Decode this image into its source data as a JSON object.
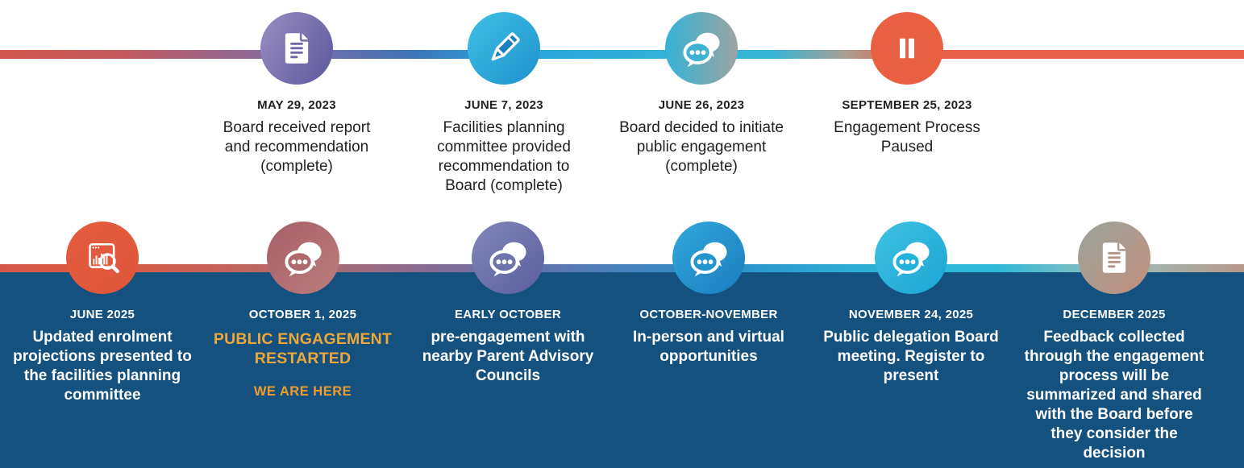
{
  "page": {
    "background_color": "#ffffff",
    "panel_color": "#14517E",
    "text_dark": "#231f20",
    "text_light": "#ffffff",
    "gold": "#F0A73A",
    "orange_gold": "#EE9B2F"
  },
  "lines": {
    "top": {
      "stops": [
        "#d2574d 0%",
        "#c25a60 10%",
        "#7a6fa9 24%",
        "#3f74b6 33%",
        "#27a3da 40.5%",
        "#36b5d7 57%",
        "#36b5d7 62%",
        "#a89e92 68%",
        "#e8604a 73%",
        "#e8604a 100%"
      ]
    },
    "bottom": {
      "stops": [
        "#d4584a 0%",
        "#dd5a40 8%",
        "#b26a6e 24.3%",
        "#6b6ea8 40.6%",
        "#2b8ec8 57%",
        "#2fb8d8 73%",
        "#2fb8d8 80%",
        "#9dbfbb 90%",
        "#b5978a 100%"
      ]
    }
  },
  "rows": [
    {
      "items": [
        {
          "date": "MAY 29, 2023",
          "description": "Board received report and recommendation (complete)",
          "icon": "document-icon",
          "icon_color": "#6f66a6",
          "circle": {
            "from": "#9a8dc2",
            "to": "#5b589c",
            "dir": "120deg"
          }
        },
        {
          "date": "JUNE 7, 2023",
          "description": "Facilities planning committee provided recommendation to Board (complete)",
          "icon": "pencil-icon",
          "icon_color": "#1b7fc0",
          "circle": {
            "from": "#41c0e6",
            "to": "#1d92cc",
            "dir": "135deg"
          }
        },
        {
          "date": "JUNE 26, 2023",
          "description": "Board decided to initiate public engagement (complete)",
          "icon": "chat-bubbles-icon",
          "icon_color": "#3fb2d2",
          "circle": {
            "from": "#35b3d6",
            "to": "#9ba4a2",
            "dir": "90deg"
          }
        },
        {
          "date": "SEPTEMBER 25, 2023",
          "description": "Engagement Process Paused",
          "icon": "pause-icon",
          "icon_color": "#e8604a",
          "circle": {
            "from": "#e85f41",
            "to": "#e85f41",
            "dir": "135deg"
          }
        }
      ]
    },
    {
      "items": [
        {
          "date": "JUNE 2025",
          "description": "Updated enrolment projections presented to the facilities planning committee",
          "icon": "chart-magnifier-icon",
          "icon_color": "#e2593c",
          "circle": {
            "from": "#e45c3e",
            "to": "#df563a",
            "dir": "135deg"
          }
        },
        {
          "date": "OCTOBER 1, 2025",
          "heading": "PUBLIC ENGAGEMENT RESTARTED",
          "subheading": "WE ARE HERE",
          "icon": "chat-bubbles-icon",
          "icon_color": "#ad6b6f",
          "circle": {
            "from": "#a75f68",
            "to": "#bb7d7c",
            "dir": "135deg"
          }
        },
        {
          "date": "EARLY OCTOBER",
          "description": "pre-engagement with nearby Parent Advisory Councils",
          "icon": "chat-bubbles-icon",
          "icon_color": "#6f74ac",
          "circle": {
            "from": "#8186b8",
            "to": "#5a5f9e",
            "dir": "135deg"
          }
        },
        {
          "date": "OCTOBER-NOVEMBER",
          "description": "In-person and virtual opportunities",
          "icon": "chat-bubbles-icon",
          "icon_color": "#2496ce",
          "circle": {
            "from": "#31a9dc",
            "to": "#1b7cbe",
            "dir": "135deg"
          }
        },
        {
          "date": "NOVEMBER 24, 2025",
          "description": "Public delegation Board meeting. Register to present",
          "icon": "chat-bubbles-icon",
          "icon_color": "#25b2da",
          "circle": {
            "from": "#3fc2e4",
            "to": "#1ba5d2",
            "dir": "135deg"
          }
        },
        {
          "date": "DECEMBER 2025",
          "description": "Feedback collected through the engagement process will be summarized and shared with the Board before they consider the decision",
          "icon": "document-icon",
          "icon_color": "#b09486",
          "circle": {
            "from": "#9aa49c",
            "to": "#c28f7c",
            "dir": "135deg"
          }
        }
      ]
    }
  ]
}
